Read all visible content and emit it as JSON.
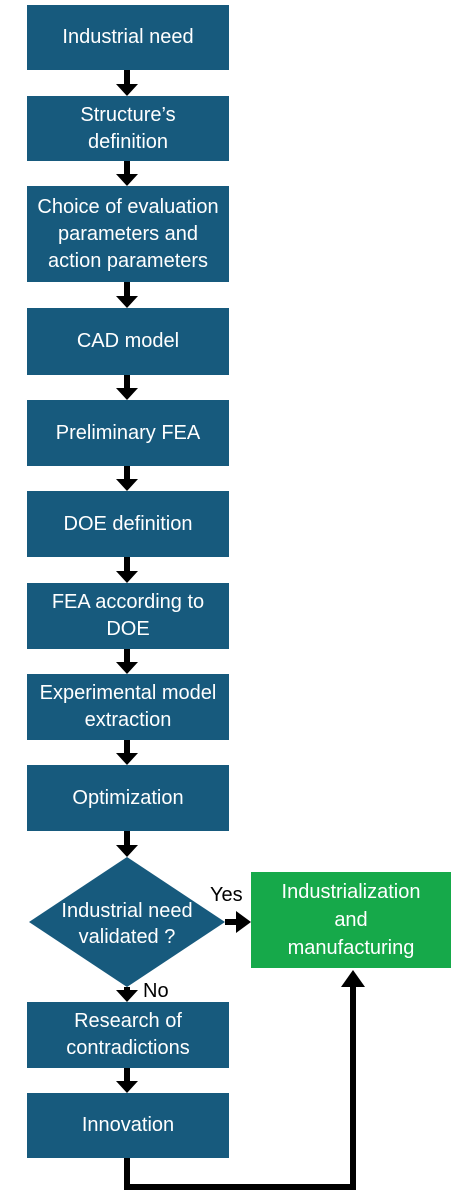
{
  "steps": [
    {
      "id": "industrial-need",
      "label": "Industrial need"
    },
    {
      "id": "structure-definition",
      "label": "Structure’s\ndefinition"
    },
    {
      "id": "choice-of-parameters",
      "label": "Choice of evaluation\nparameters and\naction parameters"
    },
    {
      "id": "cad-model",
      "label": "CAD model"
    },
    {
      "id": "preliminary-fea",
      "label": "Preliminary FEA"
    },
    {
      "id": "doe-definition",
      "label": "DOE definition"
    },
    {
      "id": "fea-according-to-doe",
      "label": "FEA according to\nDOE"
    },
    {
      "id": "experimental-model-extraction",
      "label": "Experimental model\nextraction"
    },
    {
      "id": "optimization",
      "label": "Optimization"
    }
  ],
  "decision": {
    "label": "Industrial need\nvalidated ?",
    "yes_label": "Yes",
    "no_label": "No"
  },
  "industrialization": {
    "label": "Industrialization\nand\nmanufacturing"
  },
  "research": {
    "label": "Research of\ncontradictions"
  },
  "innovation": {
    "label": "Innovation"
  },
  "colors": {
    "step_box": "#175a7d",
    "success_box": "#16a94a",
    "arrow": "#000000"
  }
}
